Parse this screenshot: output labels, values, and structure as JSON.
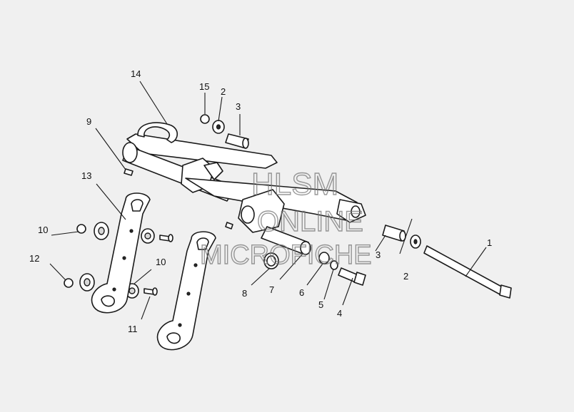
{
  "diagram": {
    "callouts": [
      "1",
      "2",
      "2",
      "3",
      "3",
      "4",
      "5",
      "6",
      "7",
      "8",
      "9",
      "10",
      "10",
      "11",
      "12",
      "13",
      "14",
      "15"
    ]
  },
  "watermark": {
    "line1": "HLSM",
    "line2": "ONLINE",
    "line3": "MICROFICHE"
  }
}
